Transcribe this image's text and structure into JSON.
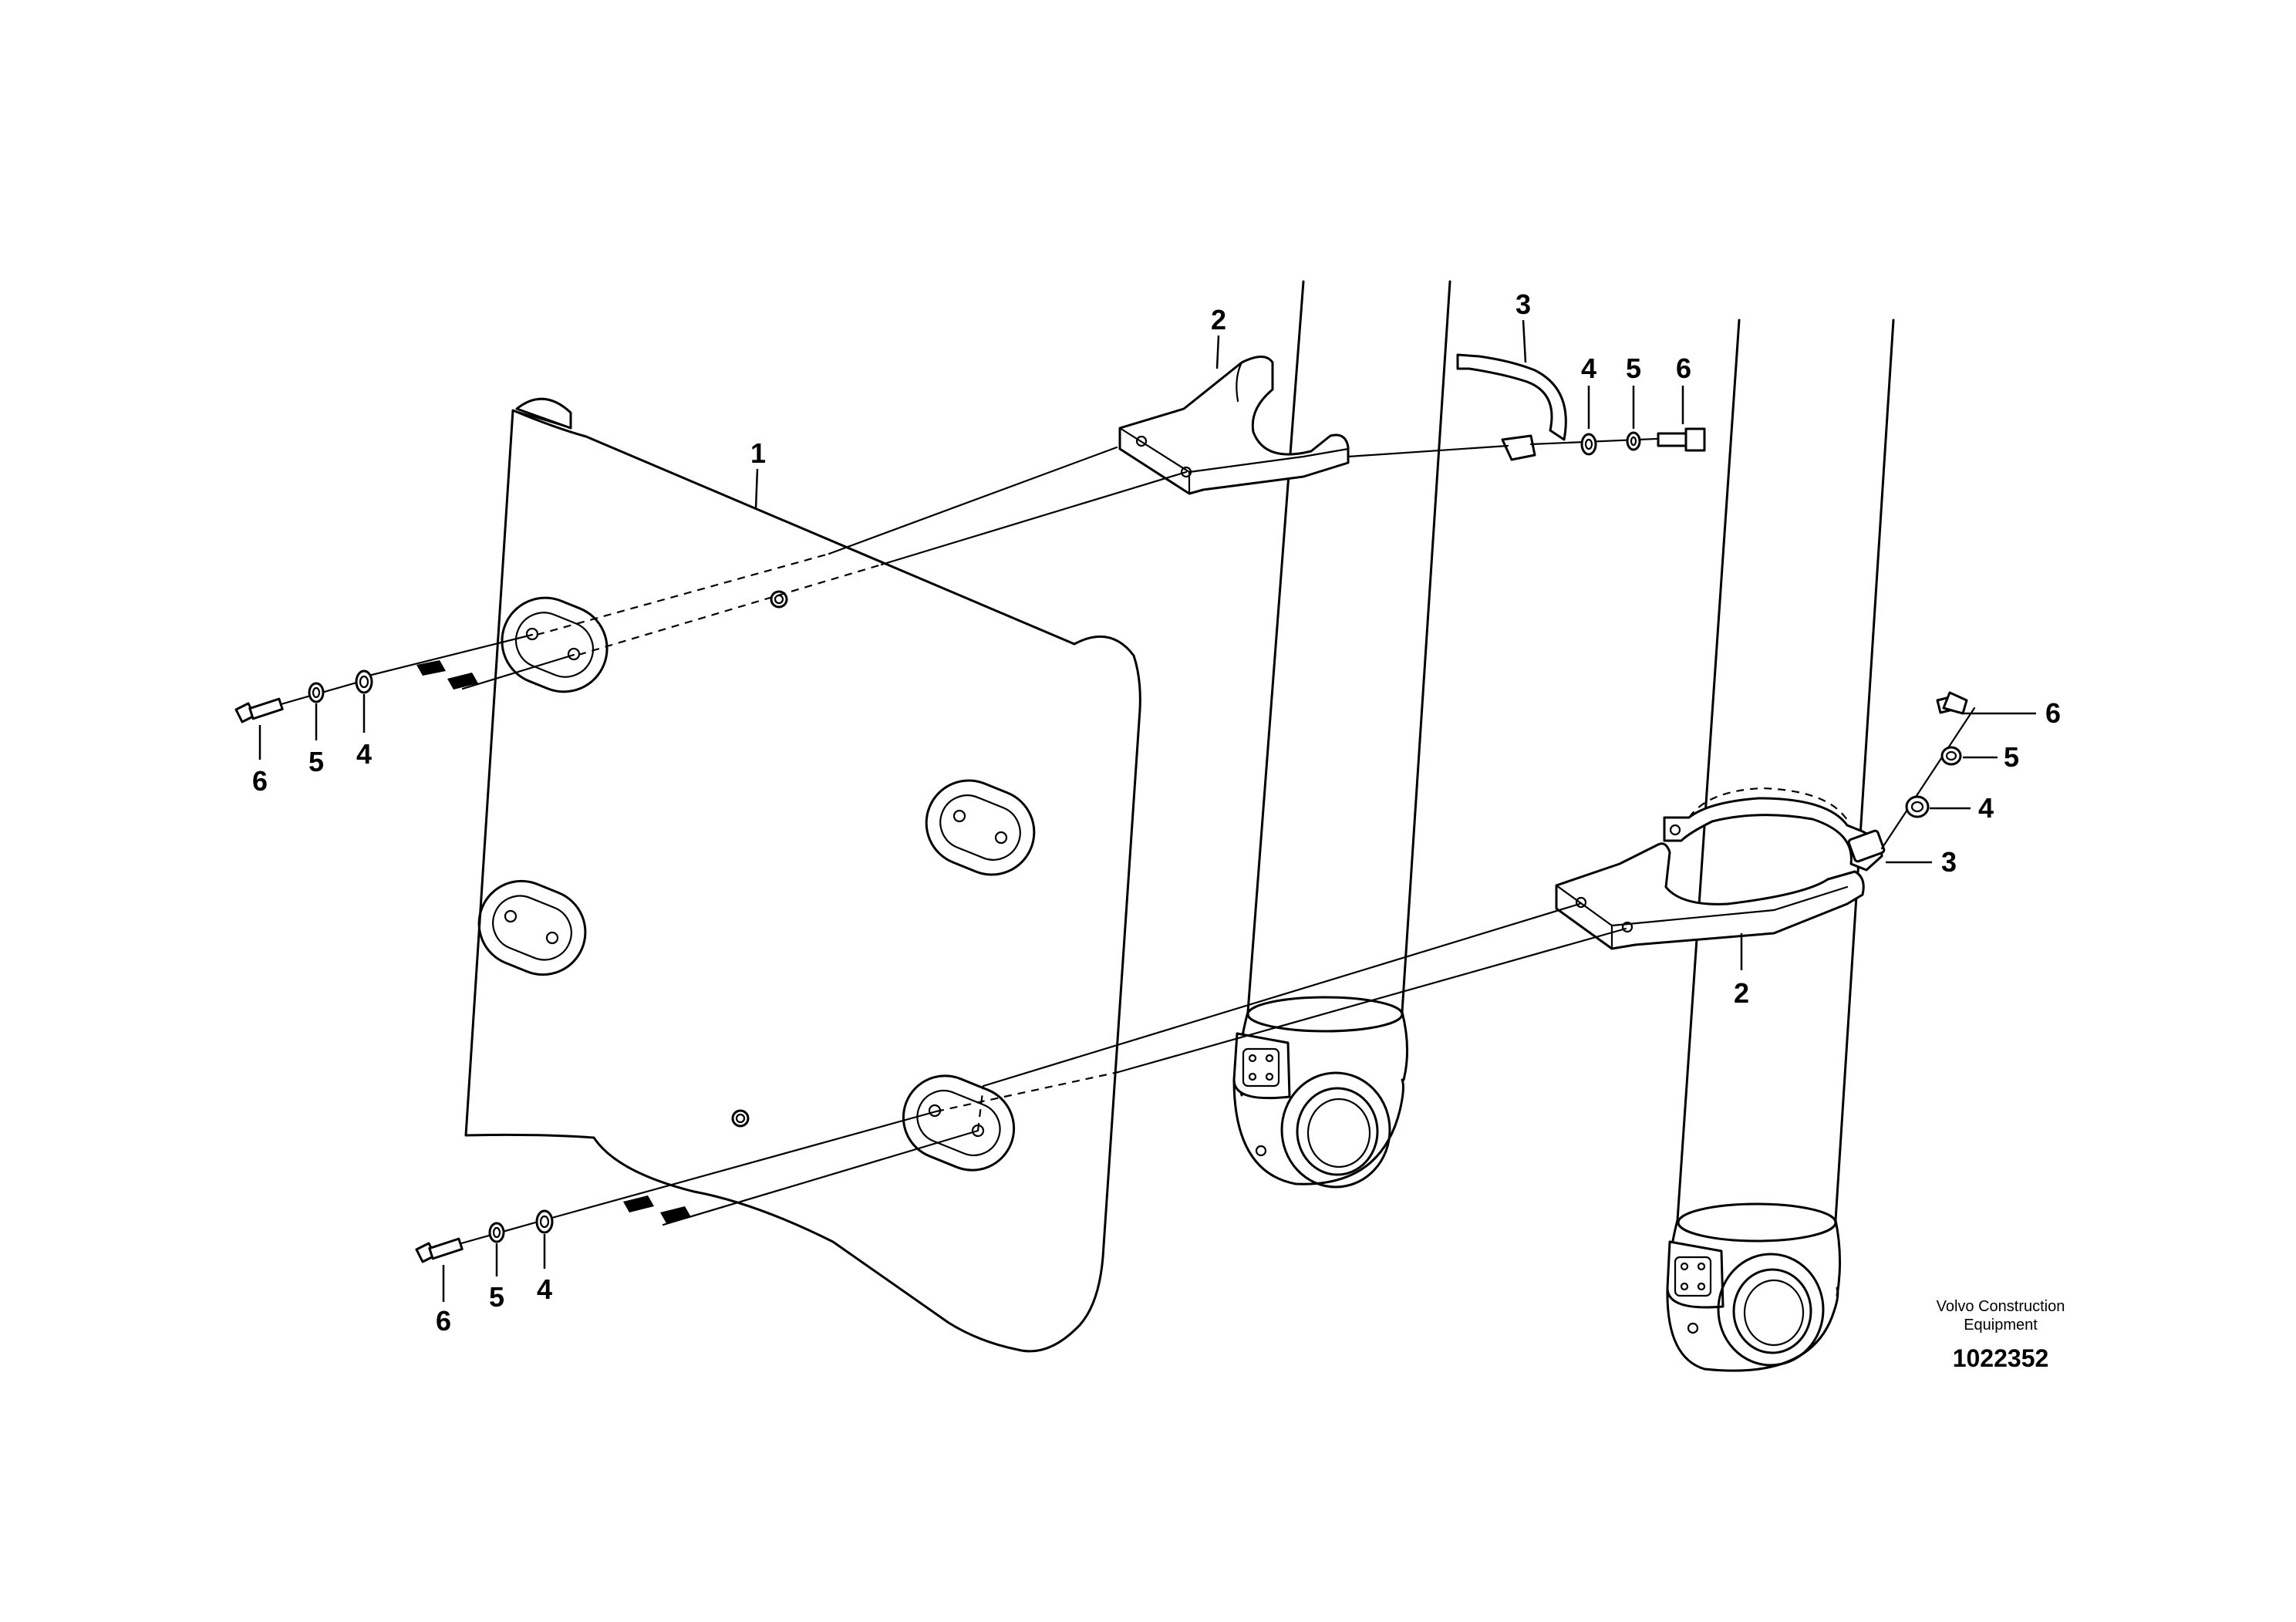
{
  "diagram": {
    "callouts": [
      {
        "id": "c1",
        "label": "1"
      },
      {
        "id": "c2a",
        "label": "2"
      },
      {
        "id": "c3a",
        "label": "3"
      },
      {
        "id": "c4a",
        "label": "4"
      },
      {
        "id": "c5a",
        "label": "5"
      },
      {
        "id": "c6a",
        "label": "6"
      },
      {
        "id": "c6b",
        "label": "6"
      },
      {
        "id": "c5b",
        "label": "5"
      },
      {
        "id": "c4b",
        "label": "4"
      },
      {
        "id": "c6c",
        "label": "6"
      },
      {
        "id": "c5c",
        "label": "5"
      },
      {
        "id": "c4c",
        "label": "4"
      },
      {
        "id": "c3b",
        "label": "3"
      },
      {
        "id": "c2b",
        "label": "2"
      },
      {
        "id": "c6d",
        "label": "6"
      },
      {
        "id": "c5d",
        "label": "5"
      },
      {
        "id": "c4d",
        "label": "4"
      }
    ],
    "brand_line1": "Volvo Construction",
    "brand_line2": "Equipment",
    "document_number": "1022352"
  }
}
